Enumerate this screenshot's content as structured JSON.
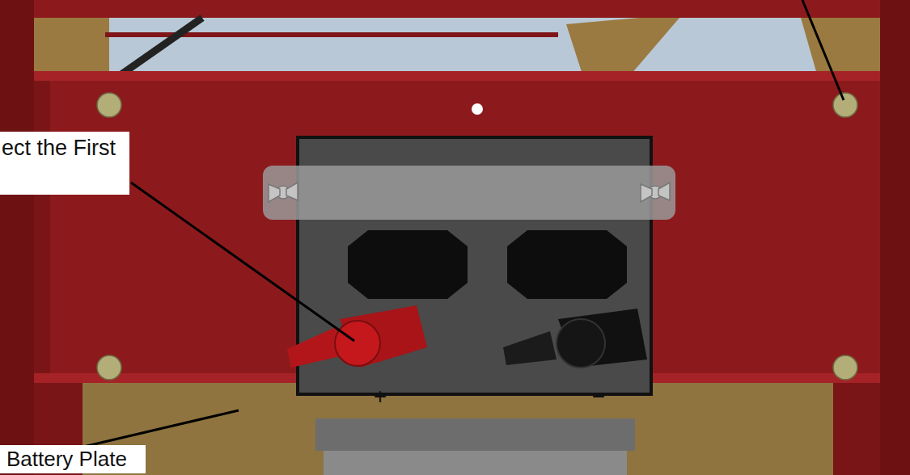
{
  "diagram": {
    "labels": [
      "ect the First",
      "+",
      "−",
      "Battery Plate"
    ]
  }
}
